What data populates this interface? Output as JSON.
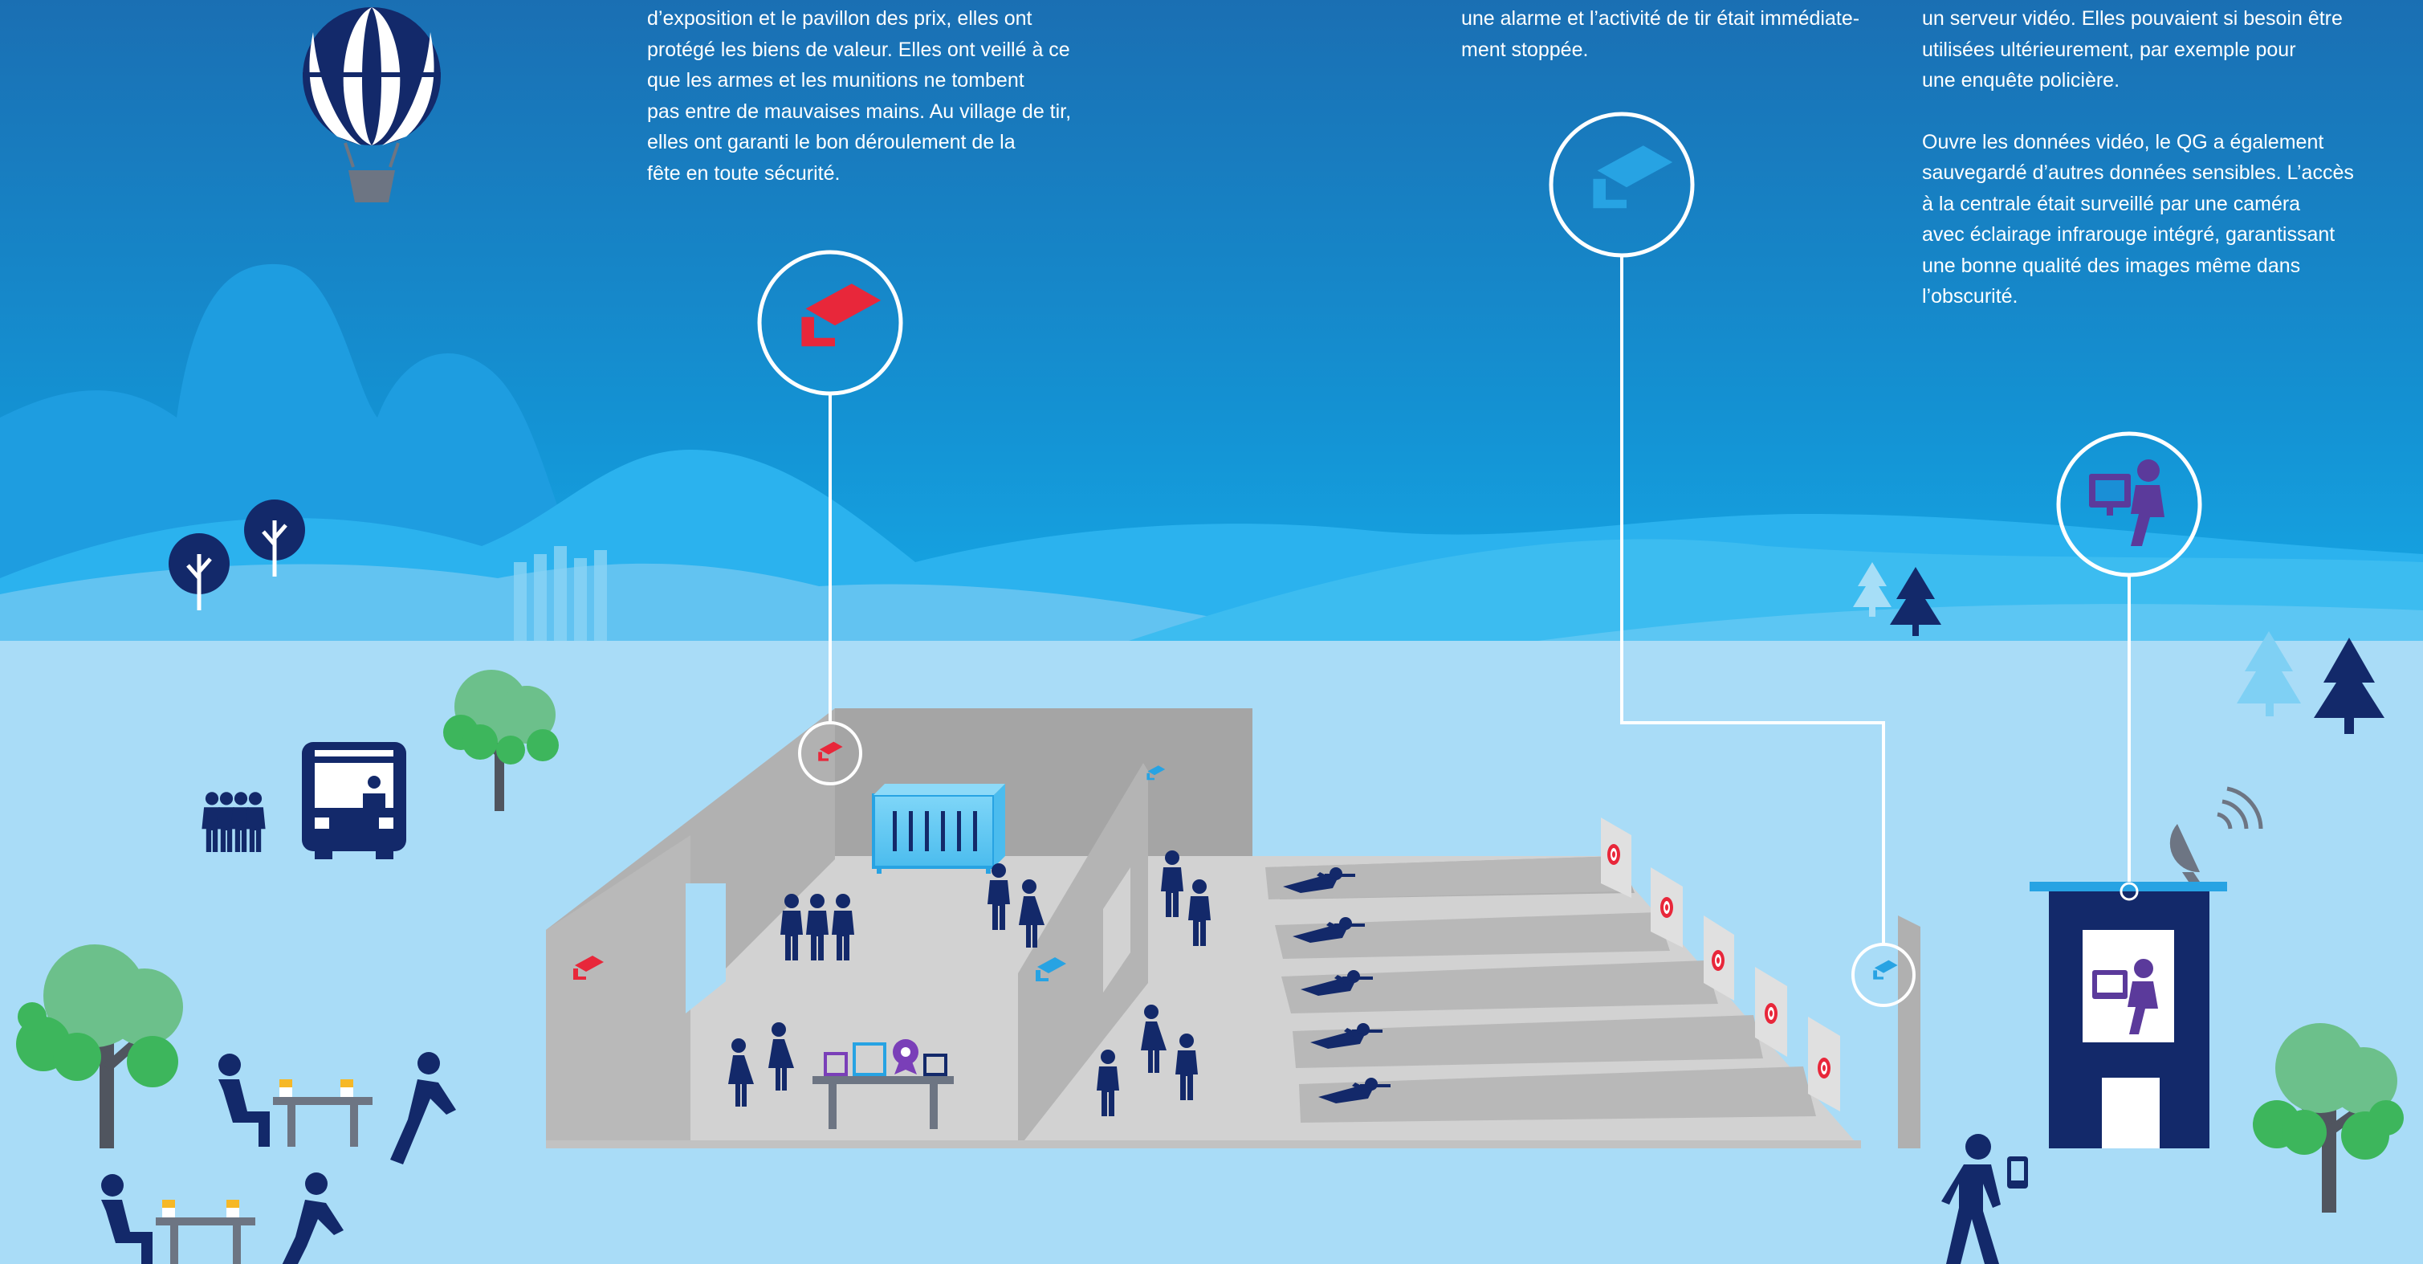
{
  "colors": {
    "sky_top": "#1a72b5",
    "sky_bottom": "#14a4e4",
    "hills_mid": "#23a9e9",
    "hills_front": "#6fcaf4",
    "ground": "#a9dcf7",
    "navy": "#13296a",
    "accent_red": "#e8273a",
    "accent_blue": "#27a3e3",
    "accent_purple": "#5b3a9b",
    "wall_grey": "#a6a6a6",
    "floor_grey": "#d3d3d3",
    "tree_green": "#6cc08b"
  },
  "text_blocks": {
    "left": [
      "d’exposition et le pavillon des prix, elles ont",
      "protégé les biens de valeur. Elles ont veillé à ce",
      "que les armes et les munitions ne tombent",
      "pas entre de mauvaises mains. Au village de tir,",
      "elles ont garanti le bon déroulement de la",
      "fête en toute sécurité."
    ],
    "middle": [
      "une alarme et l’activité de tir était immédiate-",
      "ment stoppée."
    ],
    "right_p1": [
      "un serveur vidéo. Elles pouvaient si besoin être",
      "utilisées ultérieurement, par exemple pour",
      "une enquête policière."
    ],
    "right_p2": [
      "Ouvre les données vidéo, le QG a également",
      "sauvegardé d’autres données sensibles. L’accès",
      "à la centrale était surveillé par une caméra",
      "avec éclairage infrarouge intégré, garantissant",
      "une bonne qualité des images même dans",
      "l’obscurité."
    ]
  },
  "icons": {
    "callout_left": "security-camera-red-icon",
    "callout_middle": "security-camera-blue-icon",
    "callout_right": "operator-at-monitor-icon",
    "balloon": "hot-air-balloon-icon",
    "bus": "bus-icon",
    "satellite": "satellite-dish-icon"
  }
}
